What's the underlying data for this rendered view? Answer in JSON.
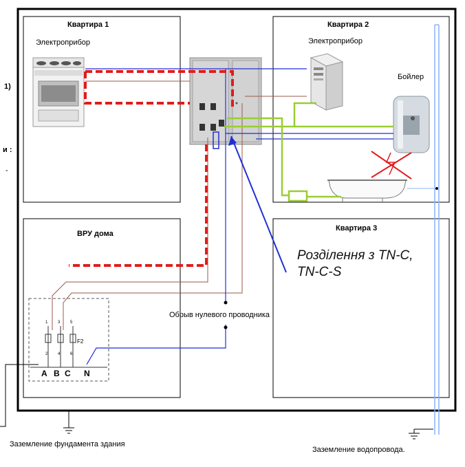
{
  "apartments": {
    "a1": {
      "title": "Квартира 1",
      "appliance": "Электроприбор"
    },
    "a2": {
      "title": "Квартира 2",
      "appliance": "Электроприбор",
      "boiler": "Бойлер"
    },
    "a3": {
      "title": "Квартира 3"
    }
  },
  "vru": {
    "title": "ВРУ дома",
    "fuse_label": "F2",
    "phases": [
      "A",
      "B",
      "C",
      "N"
    ],
    "pin_top": [
      "1",
      "3",
      "5"
    ],
    "pin_bottom": [
      "2",
      "4",
      "6"
    ]
  },
  "neutral_break": "Обрыв нулевого проводника",
  "annotation": "Розділення з TN-C,\nTN-C-S",
  "grounding": {
    "foundation": "Заземление фундамента здания",
    "water_pipe": "Заземление водопровода."
  },
  "margin_fragments": [
    "1)",
    "и :",
    "-"
  ],
  "colors": {
    "frame": "#000000",
    "neutral_blue": "#1f2fd6",
    "phase_brown": "#9a5a4a",
    "pe_green": "#9acd32",
    "fault_red": "#e21b1b",
    "pipe_blue": "#8ab4f8",
    "panel_gray": "#c9c9c9"
  }
}
